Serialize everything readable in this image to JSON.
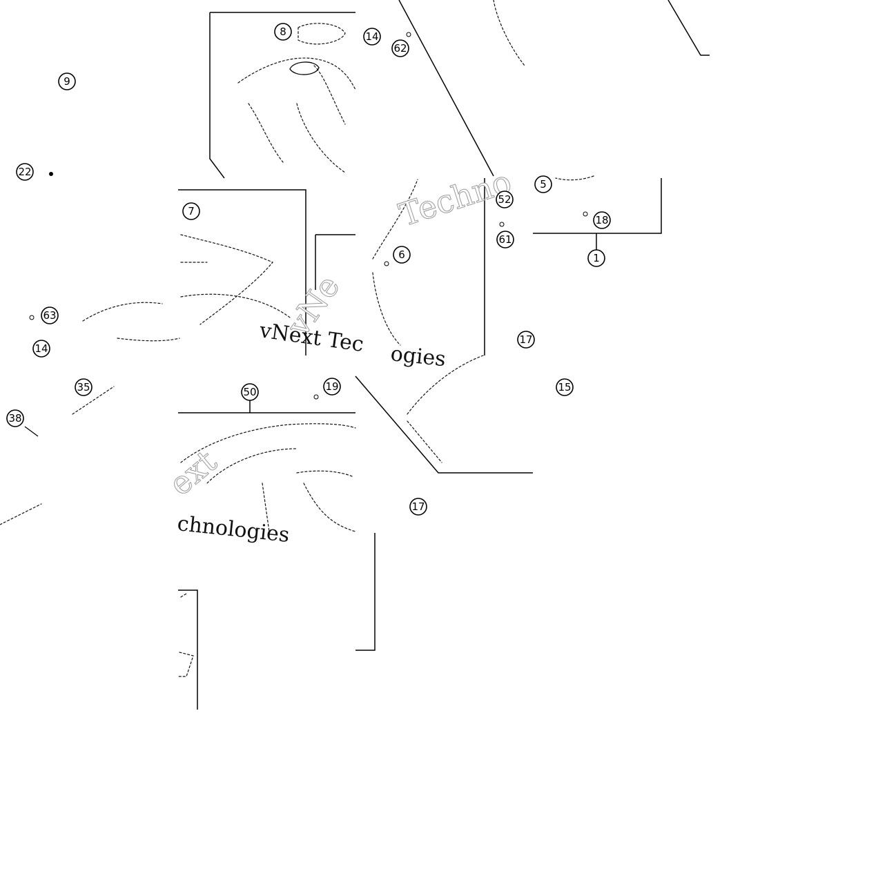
{
  "diagram": {
    "callouts": [
      {
        "label": "9"
      },
      {
        "label": "22"
      },
      {
        "label": "8"
      },
      {
        "label": "14"
      },
      {
        "label": "62"
      },
      {
        "label": "7"
      },
      {
        "label": "63"
      },
      {
        "label": "14"
      },
      {
        "label": "35"
      },
      {
        "label": "38"
      },
      {
        "label": "50"
      },
      {
        "label": "19"
      },
      {
        "label": "6"
      },
      {
        "label": "5"
      },
      {
        "label": "52"
      },
      {
        "label": "61"
      },
      {
        "label": "18"
      },
      {
        "label": "1"
      },
      {
        "label": "17"
      },
      {
        "label": "15"
      },
      {
        "label": "17"
      }
    ],
    "watermarks": [
      {
        "text": "Techno"
      },
      {
        "text": "vNext Tec"
      },
      {
        "text": "ogies"
      },
      {
        "text": "vNe"
      },
      {
        "text": "ext"
      },
      {
        "text": "chnologies"
      }
    ]
  }
}
